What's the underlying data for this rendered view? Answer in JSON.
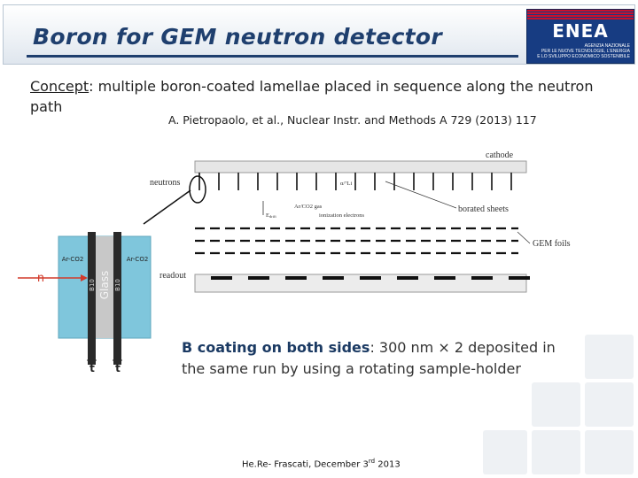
{
  "header": {
    "title": "Boron for GEM neutron detector"
  },
  "logo": {
    "word": "ENEA",
    "sub_lines": [
      "AGENZIA NAZIONALE",
      "PER LE NUOVE TECNOLOGIE, L'ENERGIA",
      "E LO SVILUPPO ECONOMICO SOSTENIBILE"
    ]
  },
  "content": {
    "concept_label": "Concept",
    "concept_text": ": multiple boron-coated lamellae placed in sequence along the neutron path",
    "reference": "A. Pietropaolo, et al., Nuclear Instr. and Methods A 729 (2013) 117",
    "coating_bold": "B coating on both sides",
    "coating_text": ": 300 nm × 2 deposited in the same run by using a rotating sample-holder"
  },
  "schematic": {
    "gas_left": "Ar-CO2",
    "gas_right": "Ar-CO2",
    "b10_left": "B10",
    "b10_right": "B10",
    "glass": "Glass",
    "neutron": "n",
    "t_left": "t",
    "t_right": "t"
  },
  "detector": {
    "cathode": "cathode",
    "neutrons": "neutrons",
    "alpha": "α/⁷Li",
    "gas": "Ar/CO2 gas",
    "edrift": "E",
    "edrift_sub": "drift",
    "ionization": "ionization electrons",
    "borated": "borated sheets",
    "gem": "GEM foils",
    "readout": "readout"
  },
  "footer": {
    "text_before": "He.Re- Frascati, December 3",
    "text_sup": "rd",
    "text_after": " 2013"
  },
  "colors": {
    "title": "#1f3f6e",
    "logo_bg": "#173c82",
    "logo_red": "#c8102e",
    "gas_blue": "#7fc6dc",
    "arrow_red": "#d23a2a"
  }
}
